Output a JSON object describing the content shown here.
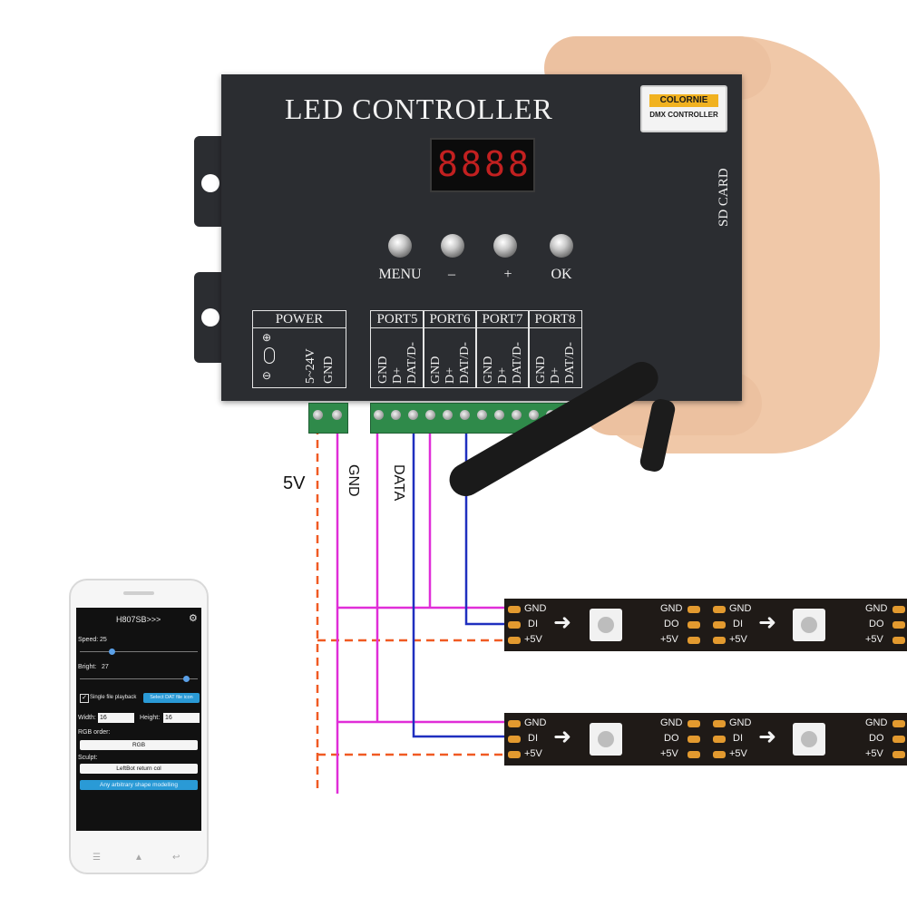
{
  "controller": {
    "title": "LED CONTROLLER",
    "brand_name": "COLORNIE",
    "brand_sub": "DMX CONTROLLER",
    "display_digits": [
      "8",
      "8",
      "8",
      "8"
    ],
    "sd_card_label": "SD CARD",
    "buttons": [
      {
        "label": "MENU"
      },
      {
        "label": "–"
      },
      {
        "label": "+"
      },
      {
        "label": "OK"
      }
    ],
    "power": {
      "header": "POWER",
      "pins": [
        "5~24V",
        "GND"
      ],
      "plus_symbol": "⊕",
      "minus_symbol": "⊖"
    },
    "ports": [
      {
        "name": "PORT5",
        "pins": [
          "GND",
          "D+",
          "DAT/D-"
        ]
      },
      {
        "name": "PORT6",
        "pins": [
          "GND",
          "D+",
          "DAT/D-"
        ]
      },
      {
        "name": "PORT7",
        "pins": [
          "GND",
          "D+",
          "DAT/D-"
        ]
      },
      {
        "name": "PORT8",
        "pins": [
          "GND",
          "D+",
          "DAT/D-"
        ]
      }
    ]
  },
  "wires": {
    "v5_label": "5V",
    "gnd_label": "GND",
    "data_label": "DATA",
    "colors": {
      "v5": "#f05a23",
      "gnd": "#e02ed8",
      "data": "#1f2fbf"
    }
  },
  "strips": [
    {
      "in_pins": [
        "GND",
        "DI",
        "+5V"
      ],
      "out_pins": [
        "GND",
        "DO",
        "+5V"
      ],
      "in2_pins": [
        "GND",
        "DI",
        "+5V"
      ],
      "out2_pins": [
        "GND",
        "DO",
        "+5V"
      ]
    },
    {
      "in_pins": [
        "GND",
        "DI",
        "+5V"
      ],
      "out_pins": [
        "GND",
        "DO",
        "+5V"
      ],
      "in2_pins": [
        "GND",
        "DI",
        "+5V"
      ],
      "out2_pins": [
        "GND",
        "DO",
        "+5V"
      ]
    }
  ],
  "phone": {
    "title": "H807SB>>>",
    "speed_label": "Speed:",
    "speed_value": "25",
    "bright_label": "Bright:",
    "bright_value": "27",
    "single_file_label": "Single file playback",
    "select_file_button": "Select DAT file icon",
    "width_label": "Width:",
    "width_value": "16",
    "height_label": "Height:",
    "height_value": "16",
    "rgb_order_label": "RGB order:",
    "rgb_value": "RGB",
    "sculpt_label": "Sculpt:",
    "sculpt_value": "LeftBot return col",
    "shape_button": "Any arbitrary shape modelling"
  }
}
